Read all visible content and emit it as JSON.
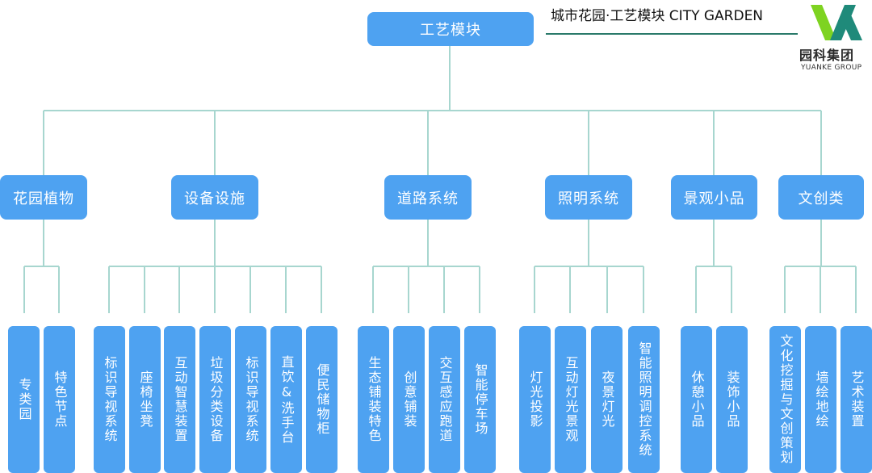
{
  "header": {
    "title": "城市花园·工艺模块  CITY GARDEN",
    "brand_cn": "园科集团",
    "brand_en": "YUANKE GROUP"
  },
  "root": {
    "label": "工艺模块"
  },
  "categories": [
    {
      "label": "花园植物",
      "items": [
        "专类园",
        "特色节点"
      ]
    },
    {
      "label": "设备设施",
      "items": [
        "标识导视系统",
        "座椅坐凳",
        "互动智慧装置",
        "垃圾分类设备",
        "标识导视系统",
        "直饮&洗手台",
        "便民储物柜"
      ]
    },
    {
      "label": "道路系统",
      "items": [
        "生态铺装特色",
        "创意铺装",
        "交互感应跑道",
        "智能停车场"
      ]
    },
    {
      "label": "照明系统",
      "items": [
        "灯光投影",
        "互动灯光景观",
        "夜景灯光",
        "智能照明调控系统"
      ]
    },
    {
      "label": "景观小品",
      "items": [
        "休憩小品",
        "装饰小品"
      ]
    },
    {
      "label": "文创类",
      "items": [
        "文化挖掘与文创策划",
        "墙绘地绘",
        "艺术装置"
      ]
    }
  ],
  "colors": {
    "box": "#4ea2f1",
    "connector": "#a7d6cf",
    "logo_green": "#7ed321",
    "logo_teal": "#1f8a7a"
  }
}
